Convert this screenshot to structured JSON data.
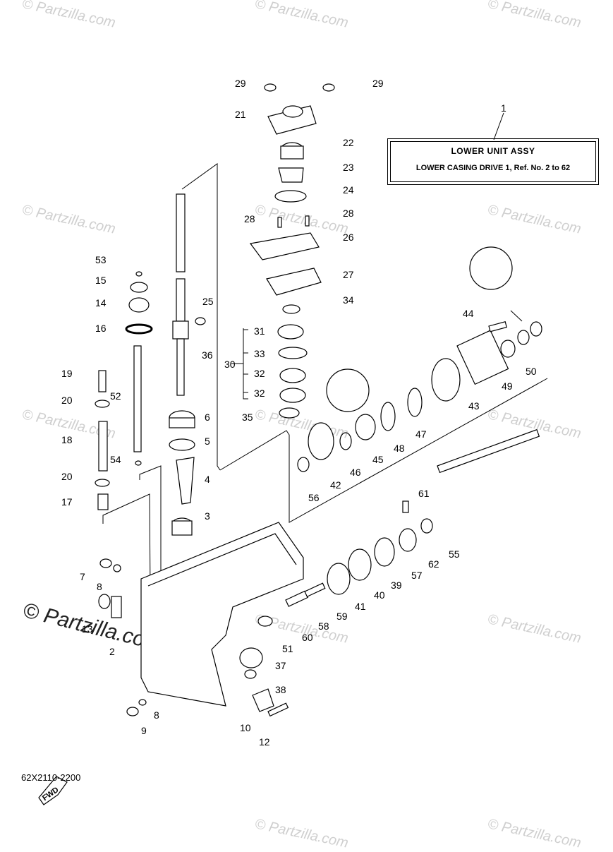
{
  "title": {
    "line1": "LOWER  UNIT  ASSY",
    "line2": "LOWER CASING DRIVE 1, Ref. No. 2 to 62"
  },
  "diagram_code": "62X2110-2200",
  "fwd_label": "FWD",
  "watermark": "© Partzilla.com",
  "callouts": [
    "1",
    "2",
    "3",
    "4",
    "5",
    "6",
    "7",
    "8",
    "9",
    "10",
    "12",
    "13",
    "14",
    "15",
    "16",
    "17",
    "18",
    "19",
    "20",
    "21",
    "22",
    "23",
    "24",
    "25",
    "26",
    "27",
    "28",
    "29",
    "30",
    "31",
    "32",
    "33",
    "34",
    "35",
    "36",
    "37",
    "38",
    "39",
    "40",
    "41",
    "42",
    "43",
    "44",
    "45",
    "46",
    "47",
    "48",
    "49",
    "50",
    "51",
    "52",
    "53",
    "54",
    "55",
    "56",
    "57",
    "58",
    "59",
    "60",
    "61",
    "62"
  ],
  "colors": {
    "ink": "#000000",
    "watermark": "#cfcfcf",
    "background": "#ffffff"
  }
}
